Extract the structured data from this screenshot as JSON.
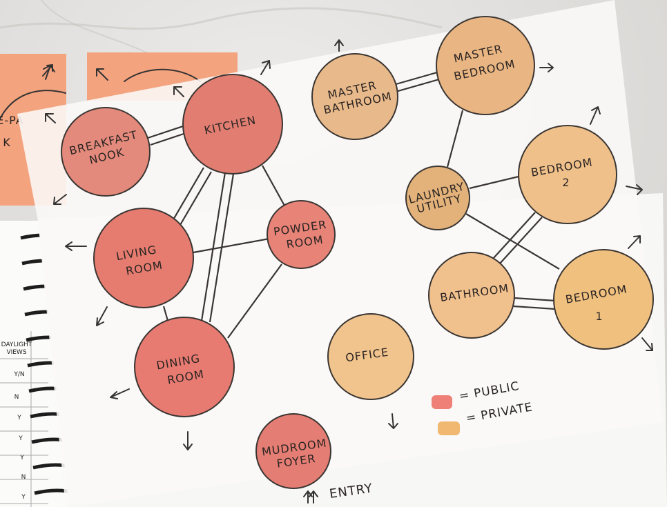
{
  "colors": {
    "public": "#e77e74",
    "private": "#ebbd80",
    "public_legend": "#ee8077",
    "private_legend": "#f0b870"
  },
  "rooms": {
    "breakfast_nook": [
      "BREAKFAST",
      "NOOK"
    ],
    "kitchen": [
      "KITCHEN"
    ],
    "living_room": [
      "LIVING",
      "ROOM"
    ],
    "powder_room": [
      "POWDER",
      "ROOM"
    ],
    "dining_room": [
      "DINING",
      "ROOM"
    ],
    "mudroom_foyer": [
      "MUDROOM",
      "FOYER"
    ],
    "office": [
      "OFFICE"
    ],
    "master_bathroom": [
      "MASTER",
      "BATHROOM"
    ],
    "master_bedroom": [
      "MASTER",
      "BEDROOM"
    ],
    "laundry_utility": [
      "LAUNDRY",
      "UTILITY"
    ],
    "bedroom_2": [
      "BEDROOM",
      "2"
    ],
    "bathroom": [
      "BATHROOM"
    ],
    "bedroom_1": [
      "BEDROOM",
      "1"
    ]
  },
  "legend": {
    "public": "= PUBLIC",
    "private": "= PRIVATE"
  },
  "entry_label": "ENTRY",
  "notebook": {
    "header": [
      "DAYLIGHT",
      "VIEWS"
    ],
    "subheader": "Y/N",
    "values": [
      "N",
      "Y",
      "Y",
      "Y",
      "N",
      "Y"
    ]
  },
  "sticky_notes": {
    "left_text": [
      "E-PA",
      "K"
    ]
  }
}
